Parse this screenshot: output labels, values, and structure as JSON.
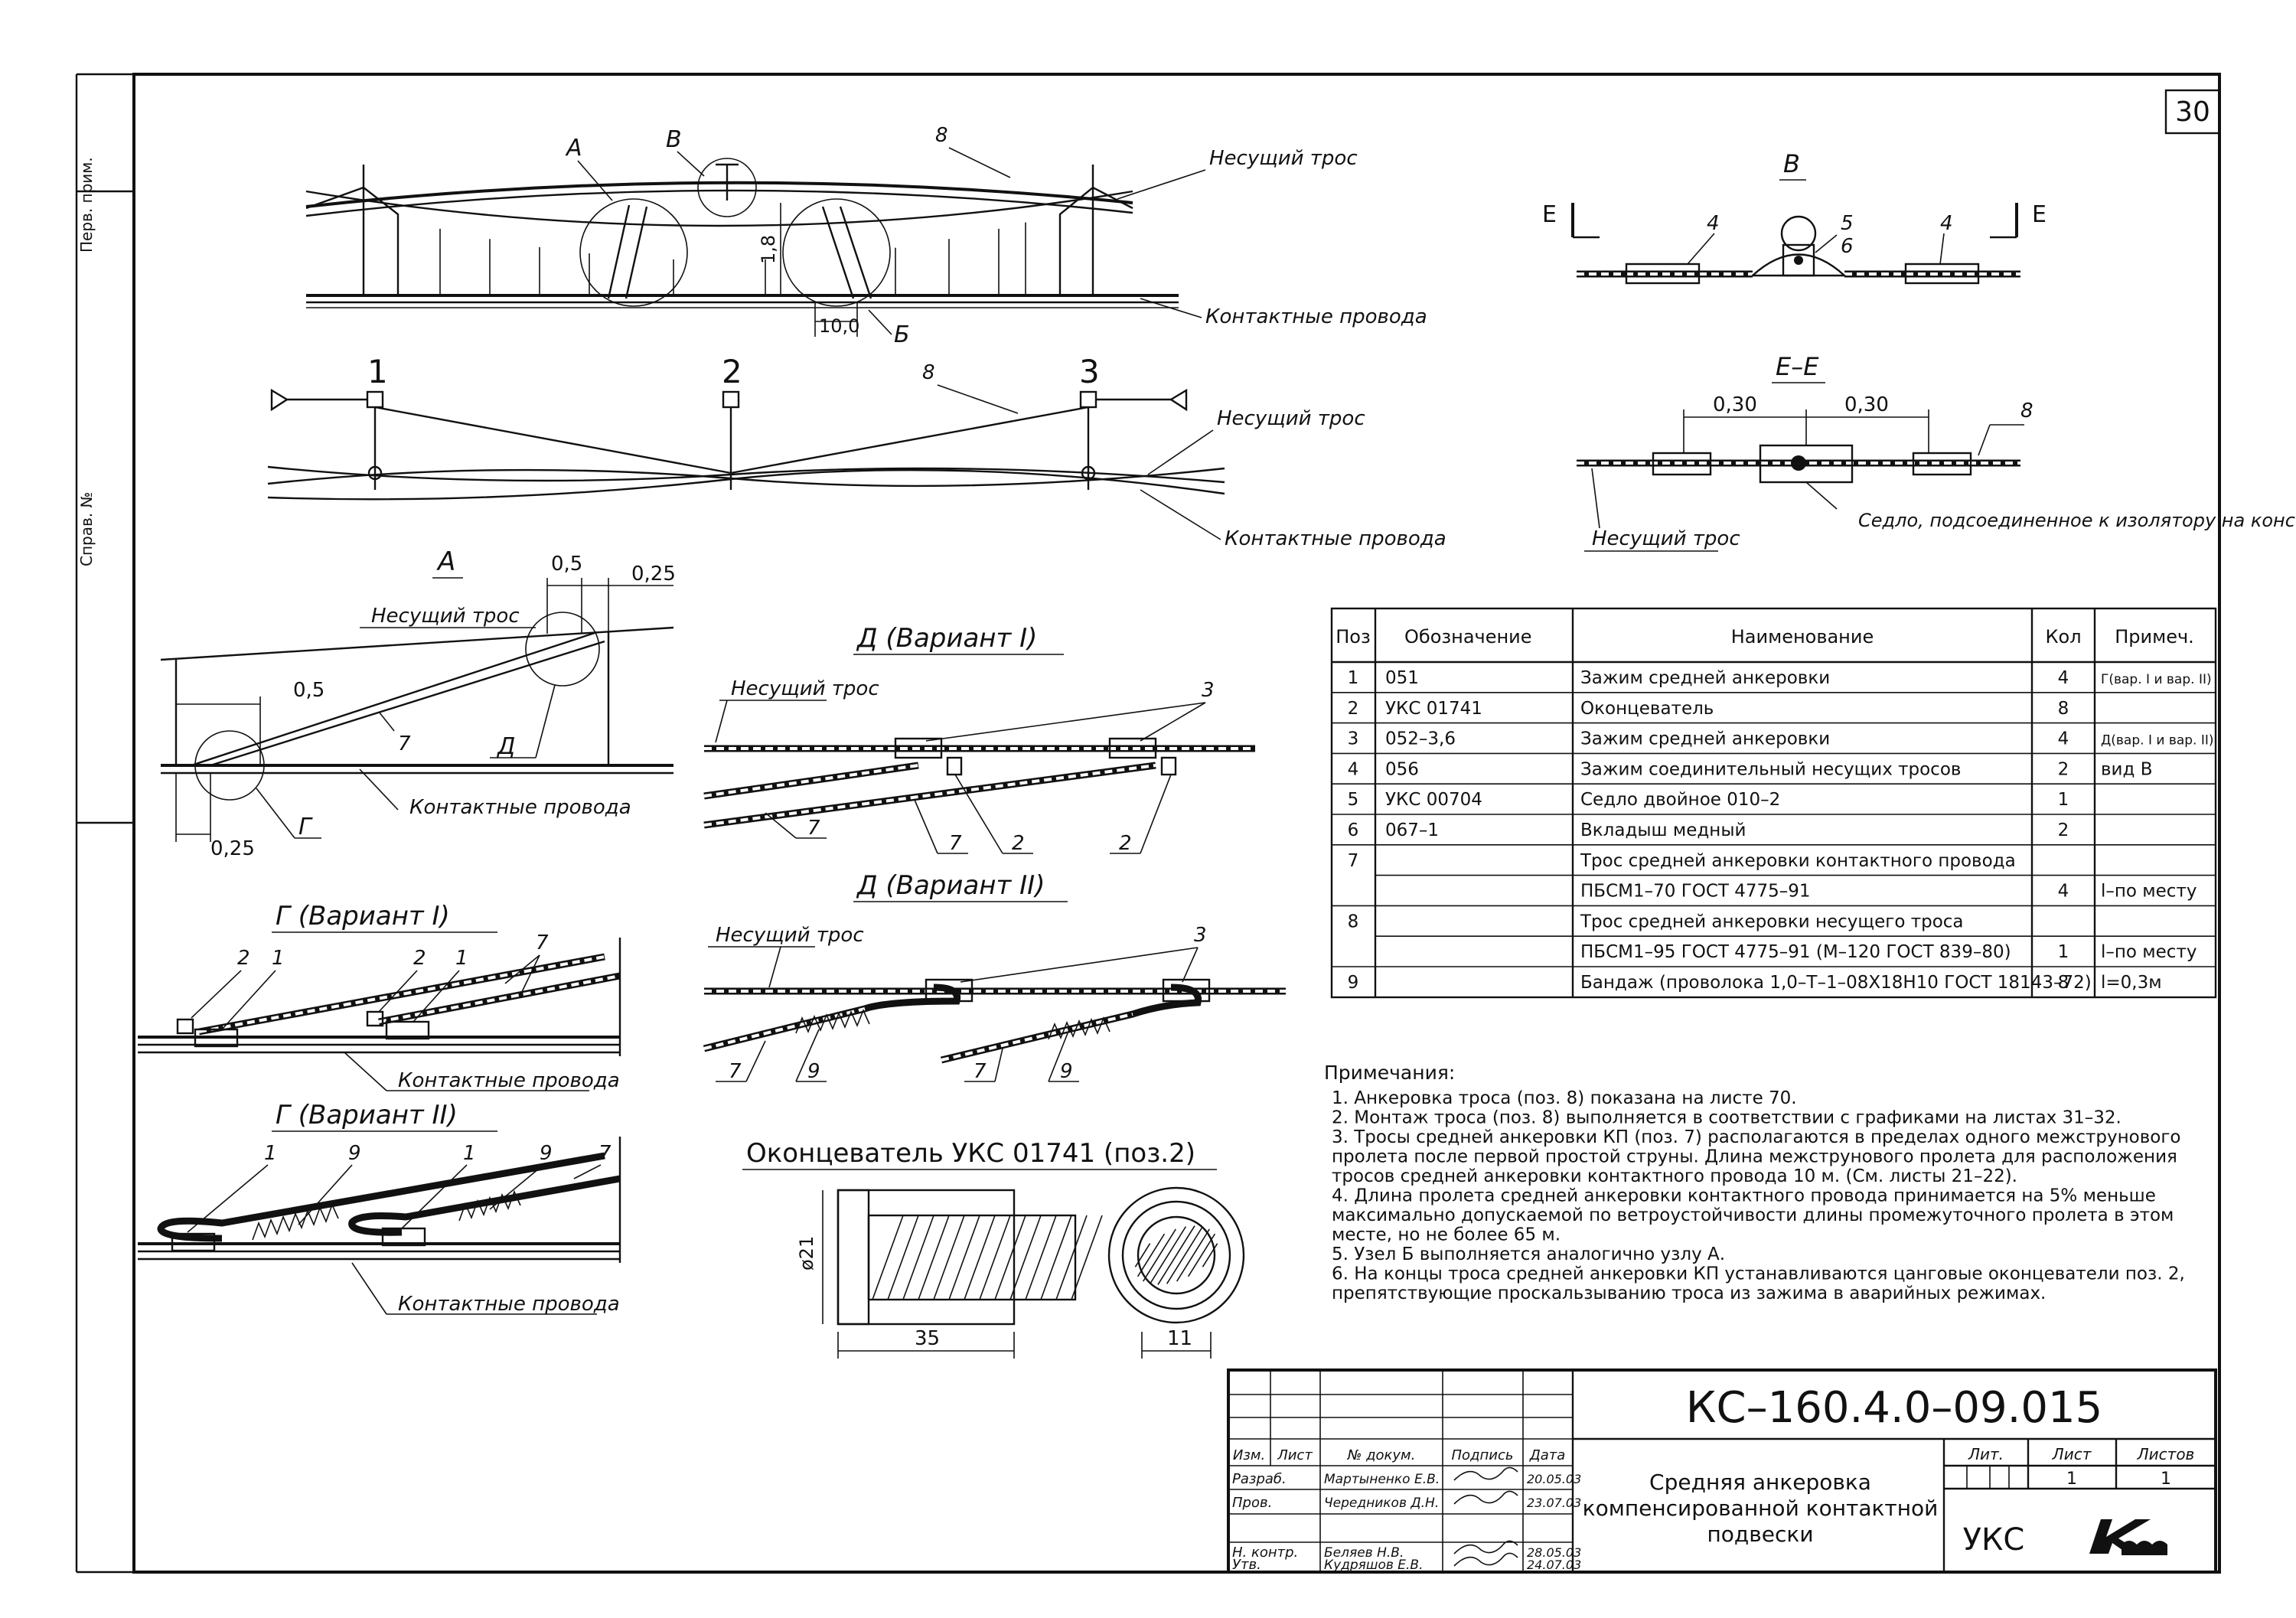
{
  "sheet": {
    "number": "30",
    "side_labels": [
      "Перв. прим.",
      "Справ. №"
    ]
  },
  "views": {
    "top": {
      "labels": {
        "A": "А",
        "B": "В",
        "b": "Б",
        "rope_no": "8"
      },
      "dims": {
        "height": "1,8",
        "width": "10,0"
      },
      "carrier": "Несущий трос",
      "contacts": "Контактные провода"
    },
    "plan": {
      "points": [
        "1",
        "2",
        "3"
      ],
      "rope_no": "8",
      "carrier": "Несущий трос",
      "contacts": "Контактные провода"
    },
    "detailA": {
      "title": "А",
      "dims": [
        "0,5",
        "0,25",
        "0,5",
        "0,25"
      ],
      "carrier": "Несущий трос",
      "contacts": "Контактные провода",
      "labels": {
        "seven": "7",
        "d": "Д",
        "g": "Г"
      }
    },
    "detailV": {
      "title": "В",
      "section": "Е",
      "pos": [
        "4",
        "5",
        "6",
        "4"
      ]
    },
    "sectionEE": {
      "title": "Е–Е",
      "dims": [
        "0,30",
        "0,30"
      ],
      "rope_no": "8",
      "carrier": "Несущий трос",
      "saddle_note": "Седло, подсоединенное к изолятору на консоли"
    },
    "detailD1": {
      "title": "Д (Вариант I)",
      "carrier": "Несущий трос",
      "labels": [
        "3",
        "7",
        "7",
        "2",
        "2"
      ]
    },
    "detailD2": {
      "title": "Д (Вариант II)",
      "carrier": "Несущий трос",
      "labels": [
        "3",
        "7",
        "9",
        "7",
        "9"
      ]
    },
    "detailG1": {
      "title": "Г (Вариант I)",
      "contacts": "Контактные провода",
      "labels": [
        "2",
        "1",
        "2",
        "1",
        "7"
      ]
    },
    "detailG2": {
      "title": "Г (Вариант II)",
      "contacts": "Контактные провода",
      "labels": [
        "1",
        "9",
        "1",
        "9",
        "7"
      ]
    },
    "terminator": {
      "title": "Оконцеватель УКС 01741 (поз.2)",
      "dims": {
        "dia": "ø21",
        "len": "35",
        "w": "11"
      }
    }
  },
  "table": {
    "headers": [
      "Поз",
      "Обозначение",
      "Наименование",
      "Кол",
      "Примеч."
    ],
    "rows": [
      [
        "1",
        "051",
        "Зажим средней анкеровки",
        "4",
        "Г(вар. I и вар. II)"
      ],
      [
        "2",
        "УКС 01741",
        "Оконцеватель",
        "8",
        ""
      ],
      [
        "3",
        "052–3,6",
        "Зажим средней анкеровки",
        "4",
        "Д(вар. I и вар. II)"
      ],
      [
        "4",
        "056",
        "Зажим соединительный несущих тросов",
        "2",
        "вид В"
      ],
      [
        "5",
        "УКС 00704",
        "Седло двойное 010–2",
        "1",
        ""
      ],
      [
        "6",
        "067–1",
        "Вкладыш медный",
        "2",
        ""
      ],
      [
        "7",
        "",
        "Трос средней анкеровки контактного провода",
        "",
        ""
      ],
      [
        "",
        "",
        "ПБСМ1–70 ГОСТ 4775–91",
        "4",
        "l–по месту"
      ],
      [
        "8",
        "",
        "Трос средней анкеровки несущего троса",
        "",
        ""
      ],
      [
        "",
        "",
        "ПБСМ1–95 ГОСТ 4775–91 (М–120 ГОСТ 839–80)",
        "1",
        "l–по месту"
      ],
      [
        "9",
        "",
        "Бандаж (проволока 1,0–Т–1–08Х18Н10 ГОСТ 18143–72)",
        "8",
        "l=0,3м"
      ]
    ]
  },
  "notes": {
    "title": "Примечания:",
    "lines": [
      "1. Анкеровка троса (поз. 8) показана на листе 70.",
      "2. Монтаж троса (поз. 8) выполняется в соответствии с графиками на листах 31–32.",
      "3. Тросы средней анкеровки КП (поз. 7) располагаются в пределах одного межструнового",
      "    пролета после первой простой струны. Длина межструнового пролета для расположения",
      "    тросов средней анкеровки контактного провода 10 м. (См. листы 21–22).",
      "4. Длина пролета средней анкеровки контактного провода принимается на 5% меньше",
      "    максимально допускаемой по ветроустойчивости длины промежуточного пролета в этом",
      "    месте, но не более 65 м.",
      "5. Узел Б выполняется аналогично узлу А.",
      "6. На концы троса средней анкеровки КП устанавливаются цанговые оконцеватели поз. 2,",
      "    препятствующие проскальзыванию троса из зажима в аварийных режимах."
    ]
  },
  "stamp": {
    "code": "КС–160.4.0–09.015",
    "title": [
      "Средняя анкеровка",
      "компенсированной контактной",
      "подвески"
    ],
    "headers": [
      "Изм.",
      "Лист",
      "№ докум.",
      "Подпись",
      "Дата"
    ],
    "people": [
      [
        "Разраб.",
        "Мартыненко Е.В.",
        "20.05.03"
      ],
      [
        "Пров.",
        "Чередников Д.Н.",
        "23.07.03"
      ],
      [
        "",
        "",
        ""
      ],
      [
        "Н. контр.",
        "Беляев Н.В.",
        "28.05.03"
      ],
      [
        "Утв.",
        "Кудряшов Е.В.",
        "24.07.03"
      ]
    ],
    "lit_label": "Лит.",
    "sheet_label": "Лист",
    "sheets_label": "Листов",
    "sheet": "1",
    "sheets": "1",
    "org": "УКС"
  }
}
